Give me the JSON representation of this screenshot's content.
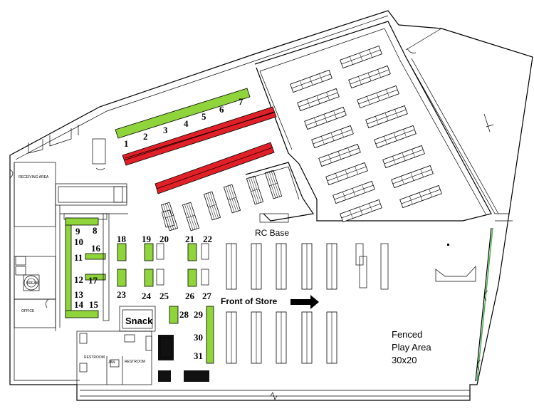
{
  "labels": {
    "receiving_area": "RECEIVING AREA",
    "break_room": "BREAK",
    "office": "OFFICE",
    "restroom_1": "RESTROOM",
    "restroom_2": "RESTROOM",
    "janitor": "JAN",
    "snack": "Snack",
    "rc_base": "RC Base",
    "front_of_store": "Front of Store",
    "play_area_line1": "Fenced",
    "play_area_line2": "Play Area",
    "play_area_line3": "30x20"
  },
  "tables": [
    "1",
    "2",
    "3",
    "4",
    "5",
    "6",
    "7",
    "8",
    "9",
    "10",
    "11",
    "12",
    "13",
    "14",
    "15",
    "16",
    "17",
    "18",
    "19",
    "20",
    "21",
    "22",
    "23",
    "24",
    "25",
    "26",
    "27",
    "28",
    "29",
    "30",
    "31"
  ],
  "colors": {
    "table_green": "#8fd43a",
    "display_red": "#e01f26",
    "play_fence": "#4caf50"
  },
  "icons": {
    "arrow": "arrow-right-icon",
    "door": "door-swing-icon"
  }
}
